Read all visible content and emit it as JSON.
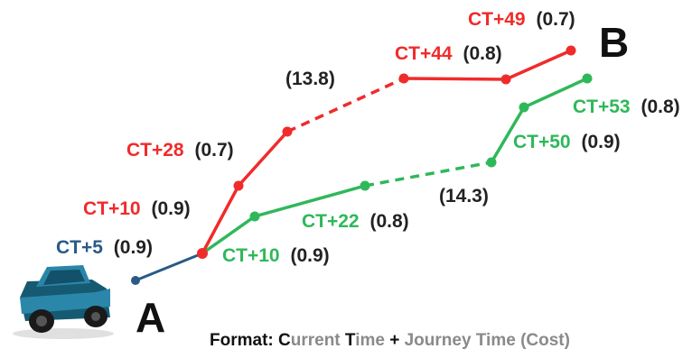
{
  "colors": {
    "red": "#f02b2b",
    "green": "#2fb85a",
    "blue": "#2a5a86",
    "dark": "#222222",
    "gray": "#8a8a8a",
    "car": "#1f6b86"
  },
  "nodes": {
    "start": "A",
    "end": "B"
  },
  "icons": {
    "vehicle": "car-icon"
  },
  "labels": {
    "blue1": {
      "time": "CT+5",
      "cost": "(0.9)"
    },
    "red1": {
      "time": "CT+10",
      "cost": "(0.9)"
    },
    "red2": {
      "time": "CT+28",
      "cost": "(0.7)"
    },
    "red_gap": "(13.8)",
    "red3": {
      "time": "CT+44",
      "cost": "(0.8)"
    },
    "red4": {
      "time": "CT+49",
      "cost": "(0.7)"
    },
    "green1": {
      "time": "CT+10",
      "cost": "(0.9)"
    },
    "green2": {
      "time": "CT+22",
      "cost": "(0.8)"
    },
    "green_gap": "(14.3)",
    "green3": {
      "time": "CT+50",
      "cost": "(0.9)"
    },
    "green4": {
      "time": "CT+53",
      "cost": "(0.8)"
    }
  },
  "format": {
    "prefix": "Format: ",
    "c1": "C",
    "c_rest": "urrent ",
    "t1": "T",
    "t_rest": "ime",
    "plus": " + ",
    "j": "Journey Time",
    "paren_open": " (",
    "cost": "Cost",
    "paren_close": ")"
  }
}
